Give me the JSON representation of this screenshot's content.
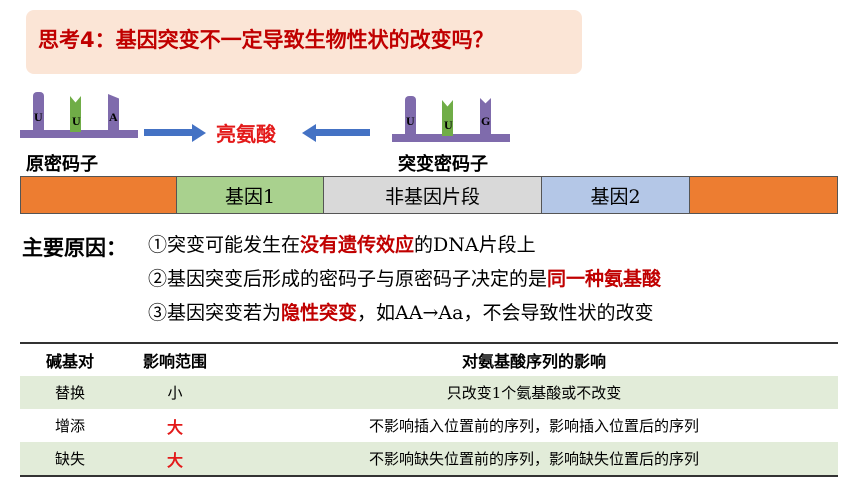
{
  "question": {
    "title": "思考4：基因突变不一定导致生物性状的改变吗？"
  },
  "codons": {
    "original": {
      "bases": [
        "U",
        "U",
        "A"
      ],
      "caption": "原密码子"
    },
    "mutant": {
      "bases": [
        "U",
        "U",
        "G"
      ],
      "caption": "突变密码子"
    },
    "amino_acid": "亮氨酸"
  },
  "dna_bar": {
    "segments": [
      {
        "label": "",
        "color": "#ed7d31"
      },
      {
        "label": "基因1",
        "color": "#a9d18e"
      },
      {
        "label": "非基因片段",
        "color": "#d9d9d9"
      },
      {
        "label": "基因2",
        "color": "#b4c7e7"
      },
      {
        "label": "",
        "color": "#ed7d31"
      }
    ]
  },
  "reasons": {
    "heading": "主要原因：",
    "items": [
      {
        "prefix": "①突变可能发生在",
        "highlight": "没有遗传效应",
        "suffix": "的DNA片段上"
      },
      {
        "prefix": "②基因突变后形成的密码子与原密码子决定的是",
        "highlight": "同一种氨基酸",
        "suffix": ""
      },
      {
        "prefix": "③基因突变若为",
        "highlight": "隐性突变",
        "suffix": "，如AA→Aa，不会导致性状的改变"
      }
    ]
  },
  "table": {
    "headers": [
      "碱基对",
      "影响范围",
      "对氨基酸序列的影响"
    ],
    "rows": [
      {
        "type": "替换",
        "range": "小",
        "effect": "只改变1个氨基酸或不改变"
      },
      {
        "type": "增添",
        "range": "大",
        "effect": "不影响插入位置前的序列，影响插入位置后的序列"
      },
      {
        "type": "缺失",
        "range": "大",
        "effect": "不影响缺失位置前的序列，影响缺失位置后的序列"
      }
    ]
  },
  "colors": {
    "accent_red": "#c00000",
    "banner_bg": "#fbe5d6",
    "comb_purple": "#7f6bac",
    "comb_green": "#70ad47",
    "arrow_blue": "#4472c4",
    "row_shade": "#e2ecd9",
    "table_header_bg": "#ffffff"
  }
}
